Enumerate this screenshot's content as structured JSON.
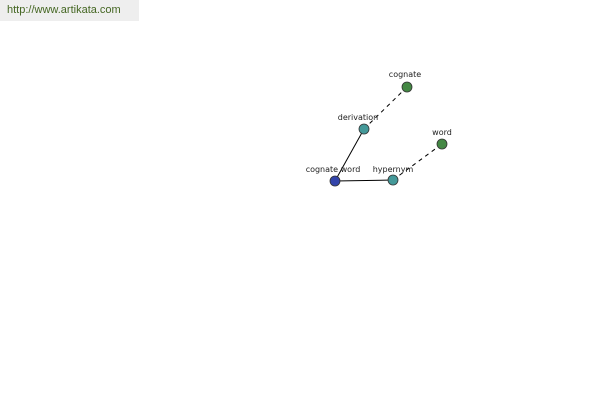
{
  "banner": {
    "url": "http://www.artikata.com"
  },
  "colors": {
    "center_node": "#3344aa",
    "relation_node": "#449999",
    "word_node": "#448844",
    "node_stroke": "#333333",
    "edge": "#000000"
  },
  "graph": {
    "nodes": [
      {
        "id": "cognate-word",
        "label": "cognate word",
        "kind": "center"
      },
      {
        "id": "derivation",
        "label": "derivation",
        "kind": "relation"
      },
      {
        "id": "cognate",
        "label": "cognate",
        "kind": "word"
      },
      {
        "id": "hypernym",
        "label": "hypernym",
        "kind": "relation"
      },
      {
        "id": "word",
        "label": "word",
        "kind": "word"
      }
    ],
    "edges": [
      {
        "from": "cognate-word",
        "to": "derivation",
        "style": "solid"
      },
      {
        "from": "derivation",
        "to": "cognate",
        "style": "dashed"
      },
      {
        "from": "cognate-word",
        "to": "hypernym",
        "style": "solid"
      },
      {
        "from": "hypernym",
        "to": "word",
        "style": "dashed"
      }
    ]
  }
}
